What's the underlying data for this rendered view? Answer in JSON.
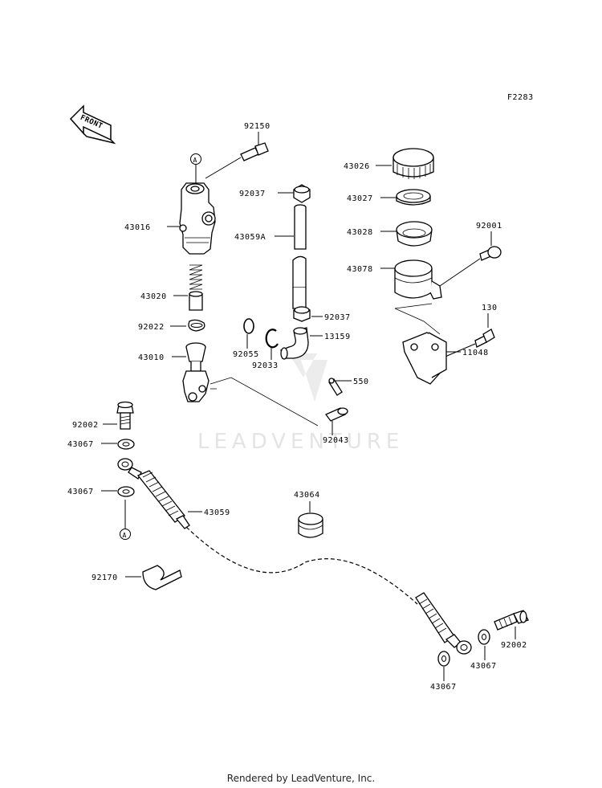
{
  "diagram_code": "F2283",
  "front_label": "FRONT",
  "footer": "Rendered by LeadVenture, Inc.",
  "watermark": "LEADVENTURE",
  "ref_marker": "A",
  "parts": {
    "p92150": "92150",
    "p43016": "43016",
    "p92037a": "92037",
    "p43059a": "43059A",
    "p43026": "43026",
    "p43027": "43027",
    "p43028": "43028",
    "p43078": "43078",
    "p92001": "92001",
    "p130": "130",
    "p11048": "11048",
    "p43020": "43020",
    "p92022": "92022",
    "p92037b": "92037",
    "p13159": "13159",
    "p92055": "92055",
    "p92033": "92033",
    "p43010": "43010",
    "p550": "550",
    "p92002a": "92002",
    "p92043": "92043",
    "p43067a": "43067",
    "p43067b": "43067",
    "p43059": "43059",
    "p43064": "43064",
    "p92170": "92170",
    "p92002b": "92002",
    "p43067c": "43067",
    "p43067d": "43067"
  }
}
